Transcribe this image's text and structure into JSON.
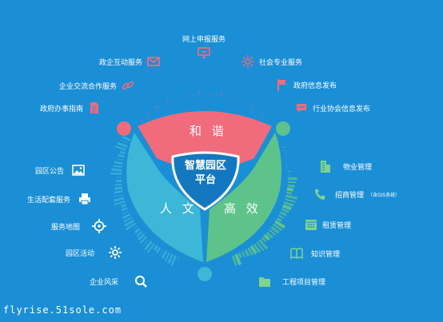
{
  "center": {
    "line1": "智慧园区",
    "line2": "平台"
  },
  "segments": {
    "top": "和 谐",
    "left": "人 文",
    "right": "高 效"
  },
  "colors": {
    "background": "#1a8fd6",
    "top_segment": "#f06b7c",
    "left_segment": "#3db7d7",
    "right_segment": "#5ec38a",
    "center": "#1478c0",
    "icon_pink": "#f06b7c",
    "icon_green": "#7fd38c",
    "icon_white": "#ffffff"
  },
  "top_services": [
    {
      "label": "网上申报服务",
      "icon": "monitor-icon"
    },
    {
      "label": "政企互动服务",
      "icon": "mail-icon"
    },
    {
      "label": "社会专业服务",
      "icon": "gear-icon"
    },
    {
      "label": "企业交流合作服务",
      "icon": "link-icon"
    },
    {
      "label": "政府信息发布",
      "icon": "flag-icon"
    },
    {
      "label": "政府办事指南",
      "icon": "document-icon"
    },
    {
      "label": "行业协会信息发布",
      "icon": "chat-bubble-icon"
    }
  ],
  "left_services": [
    {
      "label": "园区公告",
      "icon": "image-icon"
    },
    {
      "label": "生活配套服务",
      "icon": "printer-icon"
    },
    {
      "label": "服务地图",
      "icon": "target-icon"
    },
    {
      "label": "园区活动",
      "icon": "gear-icon"
    },
    {
      "label": "企业风采",
      "icon": "search-icon"
    }
  ],
  "right_services": [
    {
      "label": "物业管理",
      "icon": "building-icon"
    },
    {
      "label": "招商管理",
      "sublabel": "（含GIS系统）",
      "icon": "phone-icon"
    },
    {
      "label": "租赁管理",
      "icon": "calendar-icon"
    },
    {
      "label": "知识管理",
      "icon": "book-icon"
    },
    {
      "label": "工程项目管理",
      "icon": "folder-icon"
    }
  ],
  "watermark": "flyrise.51sole.com"
}
